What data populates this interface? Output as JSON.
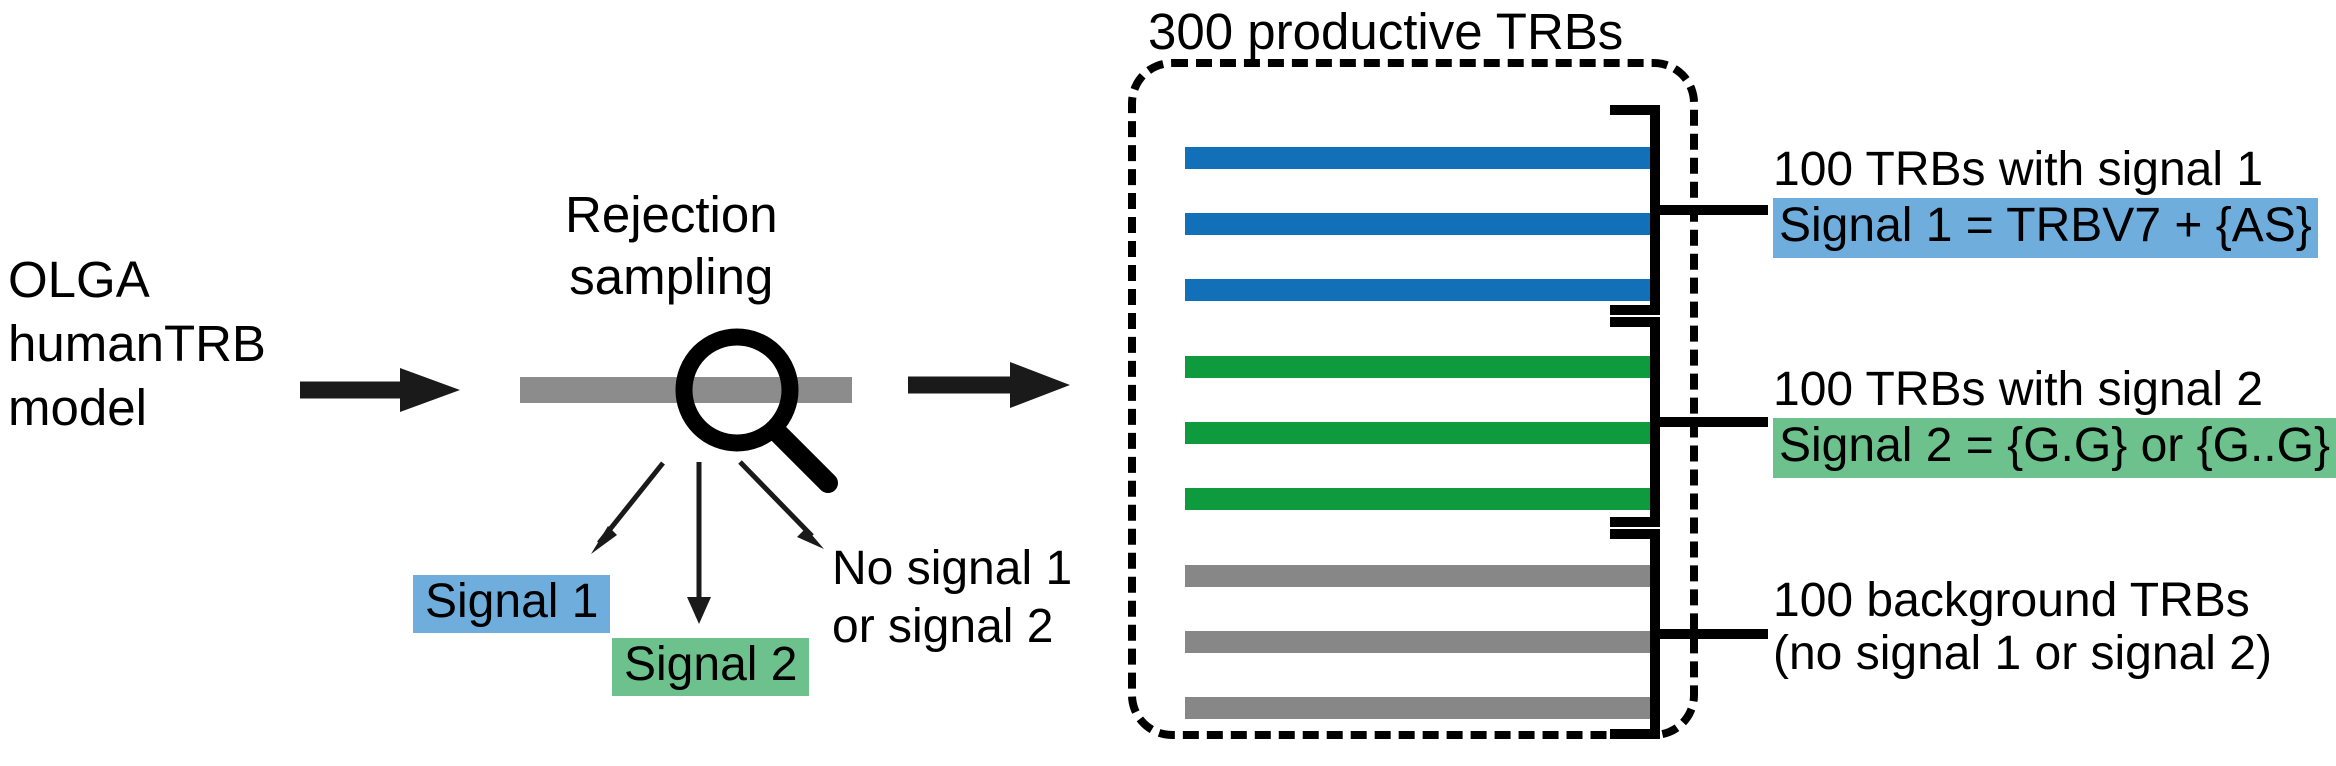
{
  "diagram": {
    "title": "300 productive TRBs",
    "source": {
      "label": "OLGA\nhumanTRB\nmodel"
    },
    "process": {
      "label": "Rejection\nsampling",
      "icon": "magnifier-icon"
    },
    "outcomes": [
      {
        "id": "signal-1",
        "label": "Signal 1",
        "color": "#6FAEDC"
      },
      {
        "id": "signal-2",
        "label": "Signal 2",
        "color": "#6CC18C"
      },
      {
        "id": "no-signal",
        "label": "No signal 1\nor signal 2",
        "color": "#FFFFFF"
      }
    ],
    "pool": {
      "groups": [
        {
          "id": "signal-1-group",
          "bar_color": "#1270B8",
          "bar_count": 3,
          "annotation_line1": "100 TRBs with signal 1",
          "annotation_line2": "Signal 1 = TRBV7 + {AS}",
          "annotation_highlight": "#6FAEDC"
        },
        {
          "id": "signal-2-group",
          "bar_color": "#0D9B3D",
          "bar_count": 3,
          "annotation_line1": "100 TRBs with signal 2",
          "annotation_line2": "Signal 2 = {G.G} or {G..G}",
          "annotation_highlight": "#6CC18C"
        },
        {
          "id": "background-group",
          "bar_color": "#878787",
          "bar_count": 3,
          "annotation_line1": "100 background TRBs",
          "annotation_line2": "(no signal 1 or signal 2)",
          "annotation_highlight": "#FFFFFF"
        }
      ]
    },
    "colors": {
      "blue_bar": "#1270B8",
      "green_bar": "#0D9B3D",
      "gray_bar": "#878787",
      "blue_highlight": "#6FAEDC",
      "green_highlight": "#6CC18C",
      "stroke": "#000000",
      "input_strip": "#8C8C8C"
    }
  }
}
